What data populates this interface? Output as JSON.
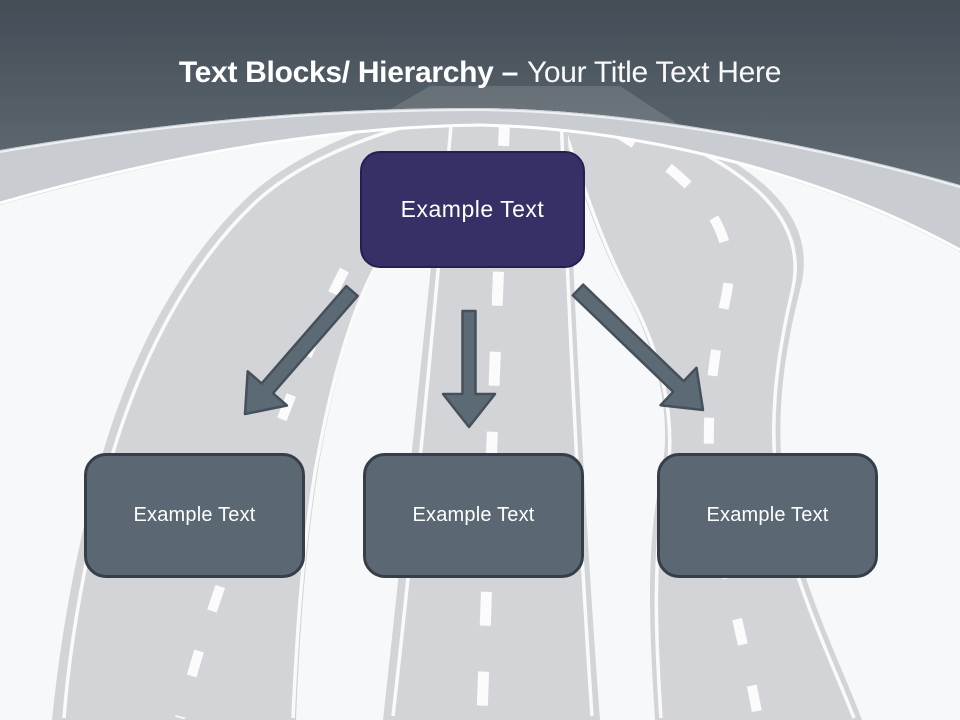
{
  "slide": {
    "title": {
      "bold": "Text Blocks/ Hierarchy –",
      "light": "Your Title Text Here"
    },
    "hierarchy": {
      "root": {
        "label": "Example Text"
      },
      "children": [
        {
          "label": "Example Text"
        },
        {
          "label": "Example Text"
        },
        {
          "label": "Example Text"
        }
      ]
    },
    "colors": {
      "header_top": "#434d56",
      "header_bottom": "#6b757d",
      "title_text": "#ffffff",
      "root_fill": "#353166",
      "root_border": "#232051",
      "child_fill": "#5b6874",
      "child_border": "#363e47",
      "arrow_fill": "#5c6a76",
      "arrow_border": "#46505a",
      "road_fill": "#d2d4d8",
      "road_lines": "#fafafa",
      "background": "#f7f8f9"
    }
  }
}
